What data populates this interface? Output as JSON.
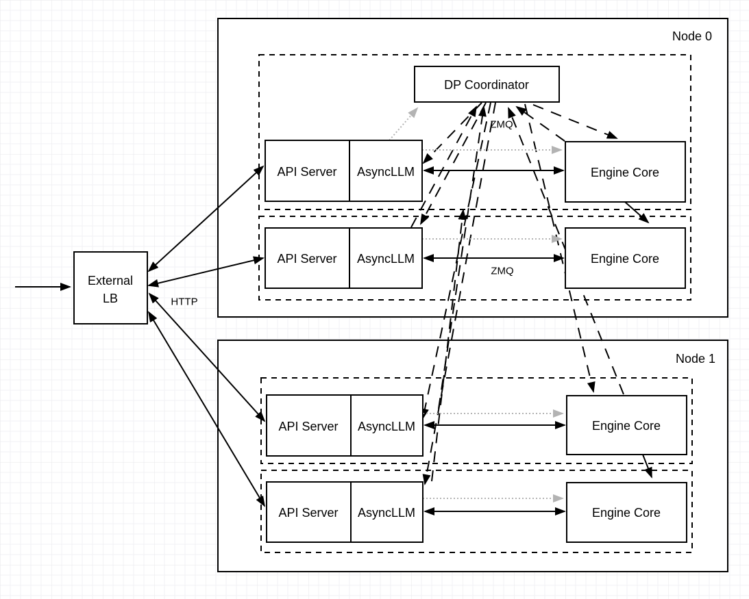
{
  "nodes": {
    "node0_label": "Node 0",
    "node1_label": "Node 1",
    "dp_coordinator": "DP Coordinator",
    "external_lb_line1": "External",
    "external_lb_line2": "LB"
  },
  "rows": [
    {
      "id": "node0-row0",
      "api": "API Server",
      "async": "AsyncLLM",
      "engine": "Engine Core"
    },
    {
      "id": "node0-row1",
      "api": "API Server",
      "async": "AsyncLLM",
      "engine": "Engine Core"
    },
    {
      "id": "node1-row0",
      "api": "API Server",
      "async": "AsyncLLM",
      "engine": "Engine Core"
    },
    {
      "id": "node1-row1",
      "api": "API Server",
      "async": "AsyncLLM",
      "engine": "Engine Core"
    }
  ],
  "edge_labels": {
    "http": "HTTP",
    "zmq_coordinator": "ZMQ",
    "zmq_row": "ZMQ"
  },
  "colors": {
    "stroke": "#000000",
    "dotted_gray": "#b3b3b3",
    "background": "#ffffff",
    "grid_minor": "#f2f2f4",
    "grid_major": "#e7e7ea"
  },
  "edges": [
    {
      "from": "client",
      "to": "external-lb",
      "style": "solid-arrow"
    },
    {
      "from": "external-lb",
      "to": "node0-row0-api-server",
      "style": "solid-bidirectional",
      "label": "HTTP"
    },
    {
      "from": "external-lb",
      "to": "node0-row1-api-server",
      "style": "solid-bidirectional"
    },
    {
      "from": "external-lb",
      "to": "node1-row0-api-server",
      "style": "solid-bidirectional"
    },
    {
      "from": "external-lb",
      "to": "node1-row1-api-server",
      "style": "solid-bidirectional"
    },
    {
      "from": "node0-row0-asyncllm",
      "to": "node0-row0-engine-core",
      "style": "solid-bidirectional"
    },
    {
      "from": "node0-row1-asyncllm",
      "to": "node0-row1-engine-core",
      "style": "solid-bidirectional",
      "label": "ZMQ"
    },
    {
      "from": "node1-row0-asyncllm",
      "to": "node1-row0-engine-core",
      "style": "solid-bidirectional"
    },
    {
      "from": "node1-row1-asyncllm",
      "to": "node1-row1-engine-core",
      "style": "solid-bidirectional"
    },
    {
      "from": "node0-row0-engine-core",
      "to": "node0-row1-engine-core",
      "style": "solid-arrow"
    },
    {
      "from": "node1-row0-engine-core",
      "to": "node1-row1-engine-core",
      "style": "solid-arrow"
    },
    {
      "from": "node0-row0-asyncllm",
      "to": "dp-coordinator",
      "style": "dotted-gray-arrow"
    },
    {
      "from": "node0-row0-asyncllm",
      "to": "node0-row0-engine-core",
      "style": "dotted-gray-arrow"
    },
    {
      "from": "node0-row1-asyncllm",
      "to": "node0-row1-engine-core",
      "style": "dotted-gray-arrow"
    },
    {
      "from": "node1-row0-asyncllm",
      "to": "node1-row0-engine-core",
      "style": "dotted-gray-arrow"
    },
    {
      "from": "node1-row1-asyncllm",
      "to": "node1-row1-engine-core",
      "style": "dotted-gray-arrow"
    },
    {
      "from": "node0-row1-asyncllm",
      "to": "dp-coordinator",
      "style": "dashed-arrow",
      "label": "ZMQ"
    },
    {
      "from": "node1-row0-asyncllm",
      "to": "dp-coordinator",
      "style": "dashed-arrow"
    },
    {
      "from": "node1-row1-asyncllm",
      "to": "dp-coordinator",
      "style": "dashed-arrow"
    },
    {
      "from": "node0-row0-engine-core",
      "to": "dp-coordinator",
      "style": "dashed-arrow"
    },
    {
      "from": "node1-row0-engine-core",
      "to": "dp-coordinator",
      "style": "dashed-arrow"
    },
    {
      "from": "dp-coordinator",
      "to": "node0-row0-asyncllm",
      "style": "dashed-arrow"
    },
    {
      "from": "dp-coordinator",
      "to": "node0-row1-asyncllm",
      "style": "dashed-arrow"
    },
    {
      "from": "dp-coordinator",
      "to": "node1-row0-asyncllm",
      "style": "dashed-arrow"
    },
    {
      "from": "dp-coordinator",
      "to": "node1-row1-asyncllm",
      "style": "dashed-arrow"
    },
    {
      "from": "dp-coordinator",
      "to": "node0-row0-engine-core",
      "style": "dashed-arrow"
    },
    {
      "from": "dp-coordinator",
      "to": "node1-row0-engine-core",
      "style": "dashed-arrow"
    }
  ]
}
